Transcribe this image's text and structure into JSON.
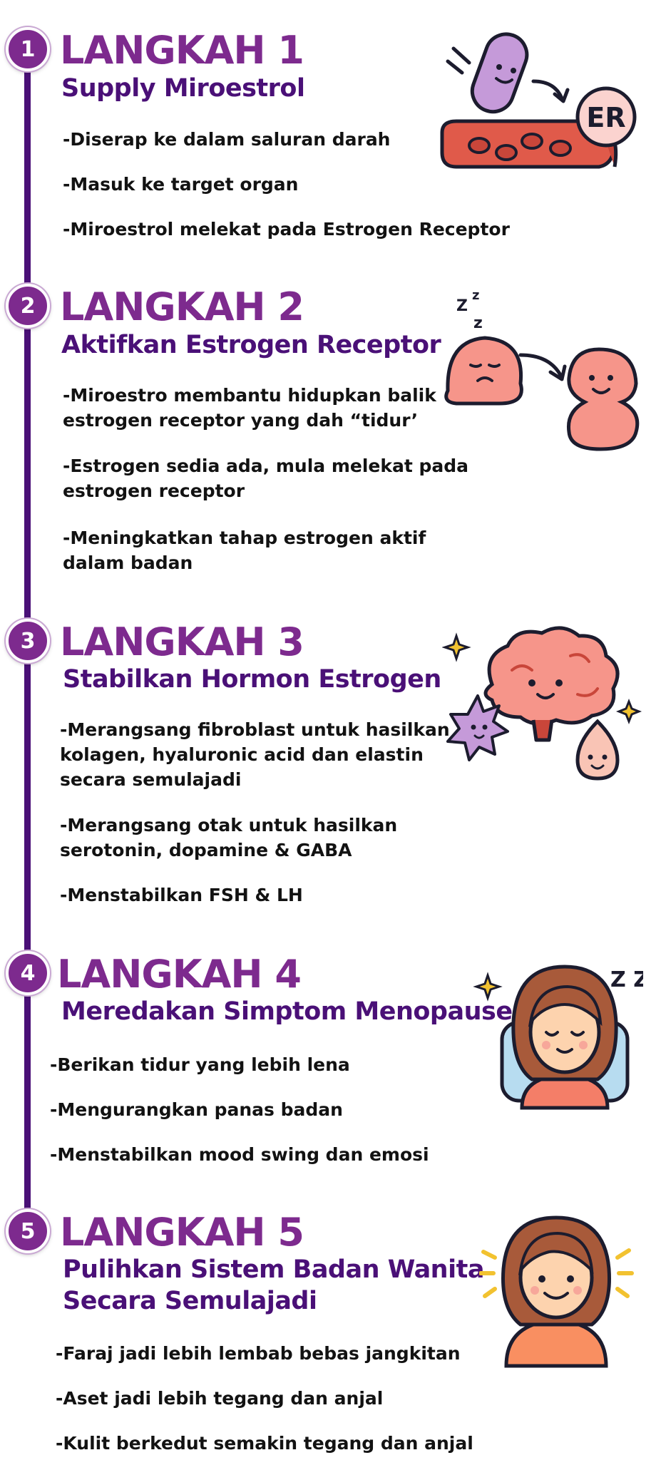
{
  "steps": [
    {
      "number": "1",
      "title": "LANGKAH 1",
      "subtitle": "Supply Miroestrol",
      "bullets": [
        "-Diserap ke dalam saluran darah",
        "-Masuk ke target organ",
        "-Miroestrol melekat pada Estrogen Receptor"
      ],
      "illustration_label": "ER"
    },
    {
      "number": "2",
      "title": "LANGKAH 2",
      "subtitle": "Aktifkan Estrogen Receptor",
      "bullets": [
        "-Miroestro membantu hidupkan balik\n estrogen receptor yang dah “tidur’",
        "-Estrogen sedia ada, mula melekat pada\n estrogen receptor",
        "-Meningkatkan tahap estrogen aktif\n dalam badan"
      ],
      "illustration_label": "Z z z"
    },
    {
      "number": "3",
      "title": "LANGKAH 3",
      "subtitle": "Stabilkan Hormon Estrogen",
      "bullets": [
        "-Merangsang fibroblast untuk hasilkan\n kolagen, hyaluronic acid dan elastin\n secara semulajadi",
        "-Merangsang otak untuk hasilkan\n serotonin, dopamine & GABA",
        "-Menstabilkan FSH & LH"
      ]
    },
    {
      "number": "4",
      "title": "LANGKAH 4",
      "subtitle": "Meredakan Simptom Menopause",
      "bullets": [
        "-Berikan tidur yang lebih lena",
        "-Mengurangkan panas badan",
        "-Menstabilkan mood swing dan emosi"
      ],
      "illustration_label": "Z Z"
    },
    {
      "number": "5",
      "title": "LANGKAH 5",
      "subtitle": "Pulihkan Sistem Badan Wanita\nSecara Semulajadi",
      "bullets": [
        "-Faraj jadi lebih lembab bebas jangkitan",
        "-Aset jadi lebih tegang dan anjal",
        "-Kulit berkedut semakin tegang dan anjal"
      ]
    }
  ],
  "colors": {
    "title": "#7d2a8e",
    "subtitle": "#4a1077",
    "timeline": "#4a1077",
    "badge": "#7d2a8e"
  },
  "icons": {
    "step1": "capsule-blood-vessel-icon",
    "step2": "sleeping-receptor-icon",
    "step3": "brain-hormone-icon",
    "step4": "sleeping-woman-icon",
    "step5": "happy-woman-icon"
  }
}
